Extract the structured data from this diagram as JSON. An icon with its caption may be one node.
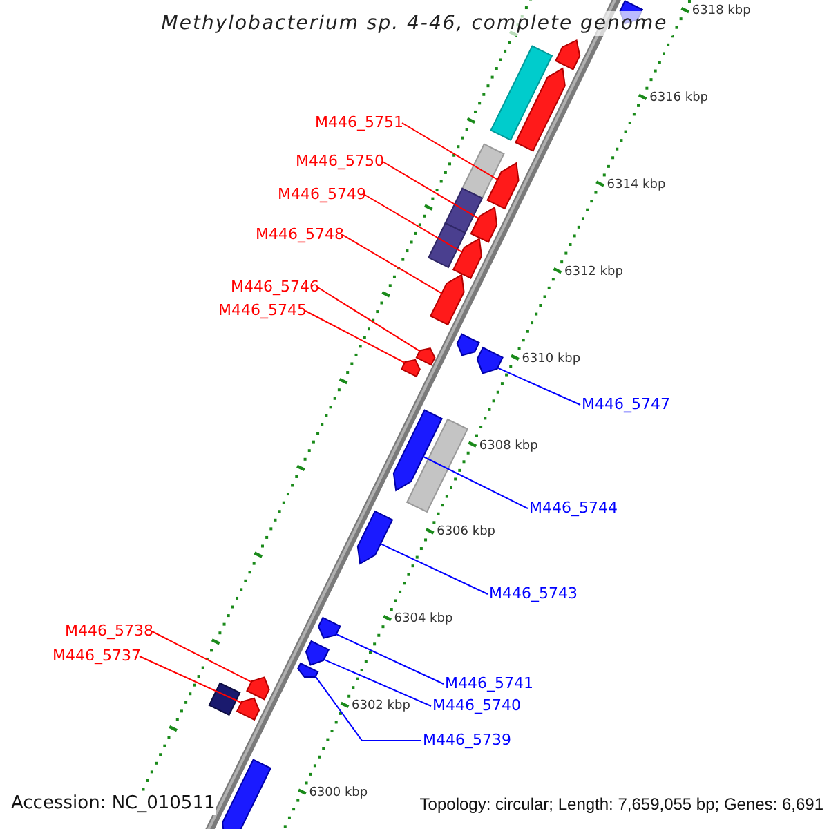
{
  "diagram": {
    "title": "Methylobacterium sp. 4-46, complete genome",
    "nodes": [
      {
        "text": [
          "M446_5751"
        ]
      },
      {
        "text": [
          "M446_5750"
        ]
      },
      {
        "text": [
          "M446_5749"
        ]
      },
      {
        "text": [
          "M446_5748"
        ]
      },
      {
        "text": [
          "M446_5746"
        ]
      },
      {
        "text": [
          "M446_5745"
        ]
      },
      {
        "text": [
          "M446_5747"
        ]
      },
      {
        "text": [
          "M446_5744"
        ]
      },
      {
        "text": [
          "M446_5743"
        ]
      },
      {
        "text": [
          "M446_5741"
        ]
      },
      {
        "text": [
          "M446_5740"
        ]
      },
      {
        "text": [
          "M446_5739"
        ]
      },
      {
        "text": [
          "M446_5738"
        ]
      },
      {
        "text": [
          "M446_5737"
        ]
      },
      {
        "text": [],
        "shape": "arrow"
      },
      {
        "text": [],
        "shape": "arrow"
      },
      {
        "text": [],
        "shape": "box"
      },
      {
        "text": [],
        "shape": "arrow"
      },
      {
        "text": [],
        "shape": "box"
      },
      {
        "text": [],
        "shape": "arrow"
      },
      {
        "text": [],
        "shape": "box"
      },
      {
        "text": [],
        "shape": "arrow"
      },
      {
        "text": [],
        "shape": "box"
      },
      {
        "text": [],
        "shape": "arrow"
      },
      {
        "text": [],
        "shape": "arrow"
      },
      {
        "text": [],
        "shape": "arrow"
      },
      {
        "text": [],
        "shape": "arrow"
      },
      {
        "text": [],
        "shape": "arrow"
      },
      {
        "text": [],
        "shape": "arrow"
      },
      {
        "text": [],
        "shape": "arrow"
      },
      {
        "text": [],
        "shape": "box"
      },
      {
        "text": [],
        "shape": "arrow"
      },
      {
        "text": [],
        "shape": "arrow"
      },
      {
        "text": [],
        "shape": "arrow"
      },
      {
        "text": [],
        "shape": "arrow"
      },
      {
        "text": [],
        "shape": "arrow"
      },
      {
        "text": [],
        "shape": "box"
      },
      {
        "text": [],
        "shape": "arrow"
      },
      {
        "text": [],
        "shape": "arrow"
      }
    ],
    "edges": [
      {
        "from": 0,
        "to": 19,
        "arrow": "none"
      },
      {
        "from": 1,
        "to": 21,
        "arrow": "none"
      },
      {
        "from": 2,
        "to": 23,
        "arrow": "none"
      },
      {
        "from": 3,
        "to": 24,
        "arrow": "none"
      },
      {
        "from": 4,
        "to": 26,
        "arrow": "none"
      },
      {
        "from": 5,
        "to": 28,
        "arrow": "none"
      },
      {
        "from": 6,
        "to": 27,
        "arrow": "none",
        "color": "#0000ff"
      },
      {
        "from": 7,
        "to": 29,
        "arrow": "none",
        "color": "#0000ff"
      },
      {
        "from": 8,
        "to": 31,
        "arrow": "none",
        "color": "#0000ff"
      },
      {
        "from": 9,
        "to": 32,
        "arrow": "none",
        "color": "#0000ff"
      },
      {
        "from": 10,
        "to": 33,
        "arrow": "none",
        "color": "#0000ff"
      },
      {
        "from": 11,
        "to": 34,
        "arrow": "none",
        "color": "#0000ff"
      },
      {
        "from": 12,
        "to": 35,
        "arrow": "none"
      },
      {
        "from": 13,
        "to": 37,
        "arrow": "none"
      }
    ],
    "labels": [
      "6318 kbp",
      "6316 kbp",
      "6314 kbp",
      "6312 kbp",
      "6310 kbp",
      "6308 kbp",
      "6306 kbp",
      "6304 kbp",
      "6302 kbp",
      "6300 kbp",
      "Accession: NC_010511",
      "Topology: circular; Length: 7,659,055 bp; Genes: 6,691"
    ]
  }
}
